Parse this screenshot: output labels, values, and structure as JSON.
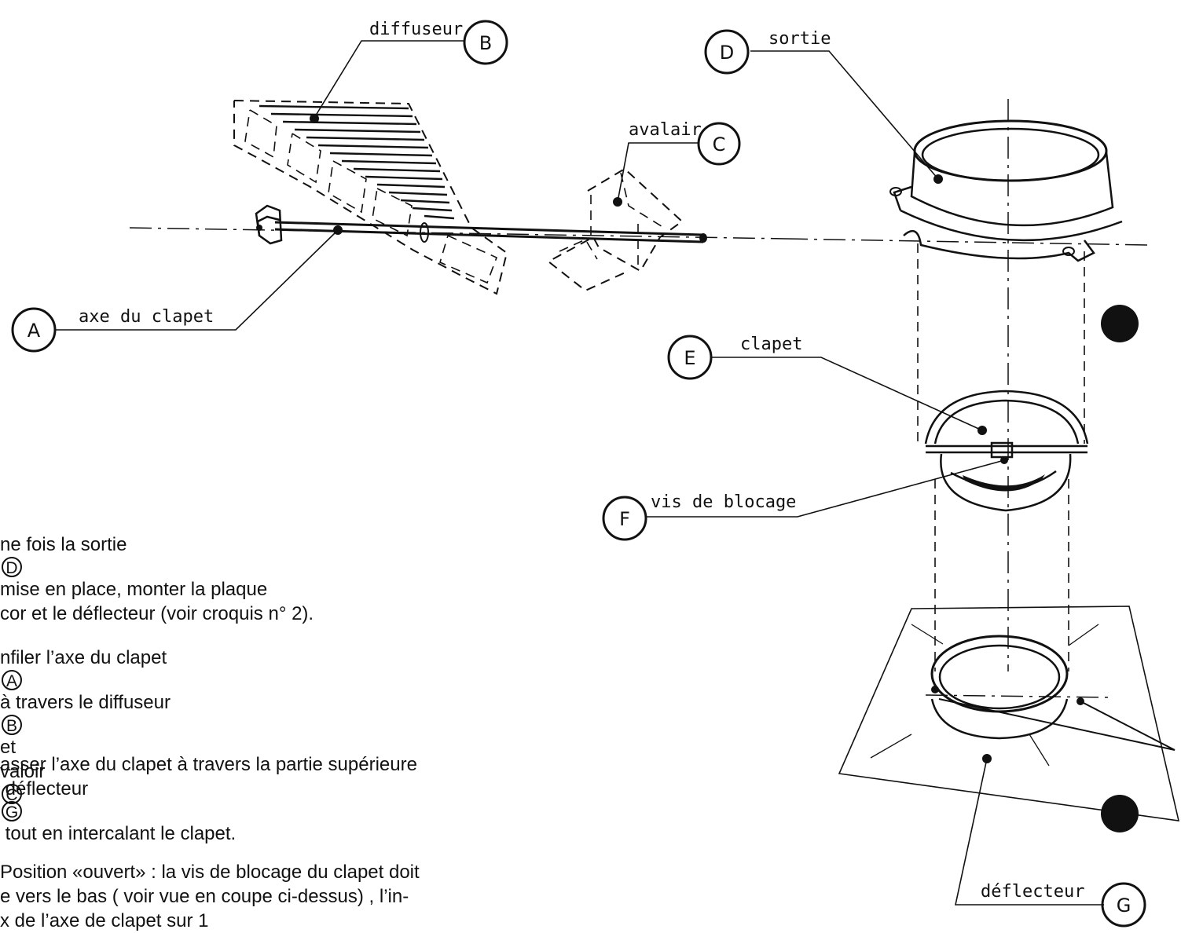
{
  "labels": {
    "a": {
      "letter": "A",
      "text": "axe  du clapet"
    },
    "b": {
      "letter": "B",
      "text": "diffuseur"
    },
    "c": {
      "letter": "C",
      "text": "avalair"
    },
    "d": {
      "letter": "D",
      "text": "sortie"
    },
    "e": {
      "letter": "E",
      "text": "clapet"
    },
    "f": {
      "letter": "F",
      "text": "vis de blocage"
    },
    "g": {
      "letter": "G",
      "text": "déflecteur"
    }
  },
  "paragraphs": {
    "p1": {
      "line1_a": "ne fois la sortie",
      "line1_ref": "D",
      "line1_b": "mise en place, monter la plaque",
      "line2": "cor et le déflecteur (voir croquis n° 2)."
    },
    "p2": {
      "line1_a": "nfiler l’axe du clapet",
      "line1_ref": "A",
      "line1_b": "à travers le diffuseur",
      "line1_ref2": "B",
      "line1_c": "et",
      "line2_a": "valoir",
      "line2_ref": "C"
    },
    "p3": {
      "line1": "asser l’axe du clapet à travers la partie supérieure",
      "line2_a": "déflecteur",
      "line2_ref": "G",
      "line2_b": "tout en intercalant le clapet."
    },
    "p4": {
      "line1": "Position «ouvert» : la vis de blocage du clapet doit",
      "line2": "e vers le bas ( voir vue en coupe ci-dessus) , l’in-",
      "line3": "x de l’axe de clapet sur 1"
    }
  }
}
